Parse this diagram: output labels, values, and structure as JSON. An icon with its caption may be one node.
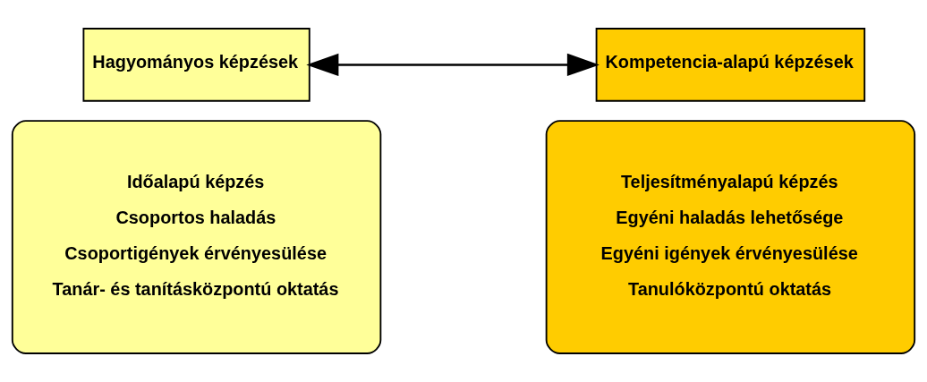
{
  "diagram": {
    "nodes": [
      {
        "text": [
          "Hagyományos képzések"
        ]
      },
      {
        "text": [
          "Kompetencia-alapú képzések"
        ]
      },
      {
        "text": [
          "Időalapú képzés",
          "Csoportos haladás",
          "Csoportigények érvényesülése",
          "Tanár- és tanításközpontú oktatás"
        ]
      },
      {
        "text": [
          "Teljesítményalapú képzés",
          "Egyéni haladás lehetősége",
          "Egyéni igények érvényesülése",
          "Tanulóközpontú oktatás"
        ]
      }
    ],
    "edges": [
      {
        "from": 0,
        "to": 1,
        "arrow": "both"
      }
    ]
  }
}
